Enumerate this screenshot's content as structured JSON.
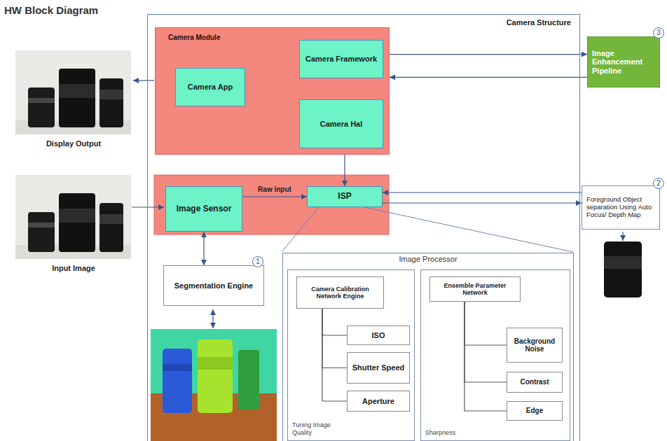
{
  "diagram": {
    "title": "HW Block Diagram",
    "nodes": [
      {
        "text": [
          "Camera Structure"
        ]
      },
      {
        "text": [
          "Camera Module"
        ],
        "in": 0
      },
      {
        "text": [
          "Camera App"
        ],
        "in": 1
      },
      {
        "text": [
          "Camera Framework"
        ],
        "in": 1
      },
      {
        "text": [
          "Camera Hal"
        ],
        "in": 1
      },
      {
        "text": [
          "Image Sensor"
        ],
        "in": 0
      },
      {
        "text": [
          "ISP"
        ],
        "in": 0
      },
      {
        "text": [
          "Image Enhancement Pipeline"
        ]
      },
      {
        "text": [
          "Foreground Object separation Using Auto Focus/ Depth Map"
        ]
      },
      {
        "text": [
          "Segmentation Engine"
        ],
        "in": 0
      },
      {
        "text": [
          "Image Processor"
        ],
        "in": 0
      },
      {
        "text": [
          "Tuning Image Quality"
        ],
        "in": 10
      },
      {
        "text": [
          "Camera Calibration Network Engine"
        ],
        "in": 11
      },
      {
        "text": [
          "ISO"
        ],
        "in": 11
      },
      {
        "text": [
          "Shutter Speed"
        ],
        "in": 11
      },
      {
        "text": [
          "Aperture"
        ],
        "in": 11
      },
      {
        "text": [
          "Sharpness"
        ],
        "in": 10
      },
      {
        "text": [
          "Ensemble Parameter Network"
        ],
        "in": 16
      },
      {
        "text": [
          "Background Noise"
        ],
        "in": 16
      },
      {
        "text": [
          "Contrast"
        ],
        "in": 16
      },
      {
        "text": [
          "Edge"
        ],
        "in": 16
      }
    ],
    "edges": [
      {
        "from": 2,
        "to": 3,
        "arrow": "both"
      },
      {
        "from": 2,
        "to": 4,
        "arrow": "both"
      },
      {
        "from": 3,
        "to": 4,
        "arrow": "both"
      },
      {
        "from": 4,
        "to": 6,
        "arrow": "both"
      },
      {
        "from": 5,
        "to": 6,
        "label": "Raw input",
        "arrow": "to"
      },
      {
        "from": 1,
        "to": 7,
        "arrow": "to"
      },
      {
        "from": 7,
        "to": 1,
        "arrow": "to"
      },
      {
        "from": 8,
        "to": 6,
        "arrow": "to"
      },
      {
        "from": 6,
        "to": 8,
        "arrow": "to"
      },
      {
        "from": 5,
        "to": 9,
        "arrow": "both"
      },
      {
        "from": 12,
        "to": 13,
        "arrow": "none"
      },
      {
        "from": 12,
        "to": 14,
        "arrow": "none"
      },
      {
        "from": 12,
        "to": 15,
        "arrow": "none"
      },
      {
        "from": 17,
        "to": 18,
        "arrow": "none"
      },
      {
        "from": 17,
        "to": 19,
        "arrow": "none"
      },
      {
        "from": 17,
        "to": 20,
        "arrow": "none"
      }
    ],
    "labels": [
      "Display Output",
      "Input Image",
      "3",
      "2",
      "1"
    ]
  }
}
